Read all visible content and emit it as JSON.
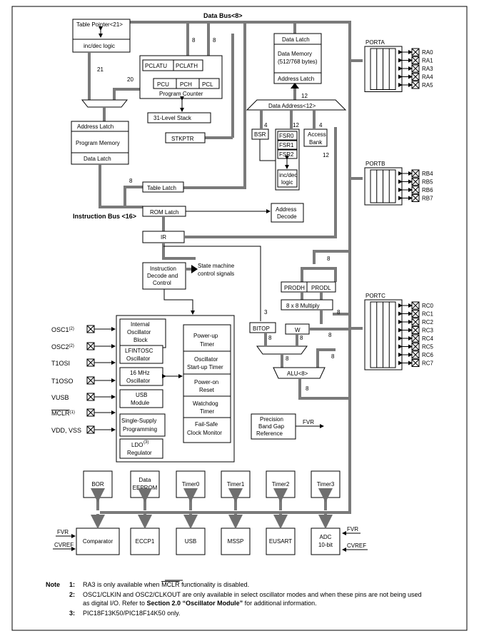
{
  "buses": {
    "data_bus": "Data Bus<8>",
    "instruction_bus": "Instruction Bus <16>",
    "data_address": "Data Address<12>"
  },
  "bus_widths": {
    "w8": "8",
    "w12": "12",
    "w20": "20",
    "w21": "21",
    "w4": "4",
    "w3": "3"
  },
  "blocks": {
    "table_pointer": "Table Pointer<21>",
    "inc_dec_logic": "inc/dec logic",
    "pclatu": "PCLATU",
    "pclath": "PCLATH",
    "pcu": "PCU",
    "pch": "PCH",
    "pcl": "PCL",
    "program_counter": "Program Counter",
    "stack": "31-Level Stack",
    "stkptr": "STKPTR",
    "address_latch_pm": "Address Latch",
    "program_memory": "Program Memory",
    "data_latch_pm": "Data Latch",
    "table_latch": "Table Latch",
    "rom_latch": "ROM Latch",
    "ir": "IR",
    "instr_decode_1": "Instruction",
    "instr_decode_2": "Decode and",
    "instr_decode_3": "Control",
    "state_machine_1": "State machine",
    "state_machine_2": "control signals",
    "data_latch_dm": "Data Latch",
    "data_memory_1": "Data Memory",
    "data_memory_2": "(512/768 bytes)",
    "address_latch_dm": "Address Latch",
    "bsr": "BSR",
    "fsr0": "FSR0",
    "fsr1": "FSR1",
    "fsr2": "FSR2",
    "fsr_incdec_1": "inc/dec",
    "fsr_incdec_2": "logic",
    "access_bank_1": "Access",
    "access_bank_2": "Bank",
    "address_decode_1": "Address",
    "address_decode_2": "Decode",
    "prodh": "PRODH",
    "prodl": "PRODL",
    "multiply": "8 x 8 Multiply",
    "bitop": "BITOP",
    "w": "W",
    "alu": "ALU<8>",
    "int_osc_1": "Internal",
    "int_osc_2": "Oscillator",
    "int_osc_3": "Block",
    "lfintosc_1": "LFINTOSC",
    "lfintosc_2": "Oscillator",
    "mhz_1": "16 MHz",
    "mhz_2": "Oscillator",
    "usb_mod_1": "USB",
    "usb_mod_2": "Module",
    "ssp_1": "Single-Supply",
    "ssp_2": "Programming",
    "ldo_1": "LDO",
    "ldo_sup": "(3)",
    "ldo_2": "Regulator",
    "pwrt_1": "Power-up",
    "pwrt_2": "Timer",
    "ost_1": "Oscillator",
    "ost_2": "Start-up Timer",
    "por_1": "Power-on",
    "por_2": "Reset",
    "wdt_1": "Watchdog",
    "wdt_2": "Timer",
    "fscm_1": "Fail-Safe",
    "fscm_2": "Clock Monitor",
    "pbgr_1": "Precision",
    "pbgr_2": "Band Gap",
    "pbgr_3": "Reference",
    "fvr": "FVR"
  },
  "pins_left": [
    {
      "label": "OSC1",
      "sup": "(2)"
    },
    {
      "label": "OSC2",
      "sup": "(2)"
    },
    {
      "label": "T1OSI",
      "sup": ""
    },
    {
      "label": "T1OSO",
      "sup": ""
    },
    {
      "label": "VUSB",
      "sup": ""
    },
    {
      "label": "MCLR",
      "sup": "(1)"
    },
    {
      "label": "VDD, VSS",
      "sup": ""
    }
  ],
  "ports": {
    "porta": {
      "name": "PORTA",
      "pins": [
        "RA0",
        "RA1",
        "RA3",
        "RA4",
        "RA5"
      ]
    },
    "portb": {
      "name": "PORTB",
      "pins": [
        "RB4",
        "RB5",
        "RB6",
        "RB7"
      ]
    },
    "portc": {
      "name": "PORTC",
      "pins": [
        "RC0",
        "RC1",
        "RC2",
        "RC3",
        "RC4",
        "RC5",
        "RC6",
        "RC7"
      ]
    }
  },
  "peripherals_top": [
    "BOR",
    "Data EEPROM",
    "Timer0",
    "Timer1",
    "Timer2",
    "Timer3"
  ],
  "peripherals_bottom": [
    "Comparator",
    "ECCP1",
    "USB",
    "MSSP",
    "EUSART",
    "ADC 10-bit"
  ],
  "peripheral_inputs": {
    "fvr": "FVR",
    "cvref": "CVREF"
  },
  "notes": {
    "title": "Note",
    "n1_num": "1:",
    "n1_a": "RA3 is only available when ",
    "n1_mclr": "MCLR",
    "n1_b": " functionality is disabled.",
    "n2_num": "2:",
    "n2_line1": "OSC1/CLKIN and OSC2/CLKOUT are only available in select oscillator modes and when these pins are not being used",
    "n2_line2a": "as digital I/O. Refer to ",
    "n2_bold": "Section 2.0 “Oscillator Module”",
    "n2_line2b": " for additional information.",
    "n3_num": "3:",
    "n3": "PIC18F13K50/PIC18F14K50 only."
  }
}
